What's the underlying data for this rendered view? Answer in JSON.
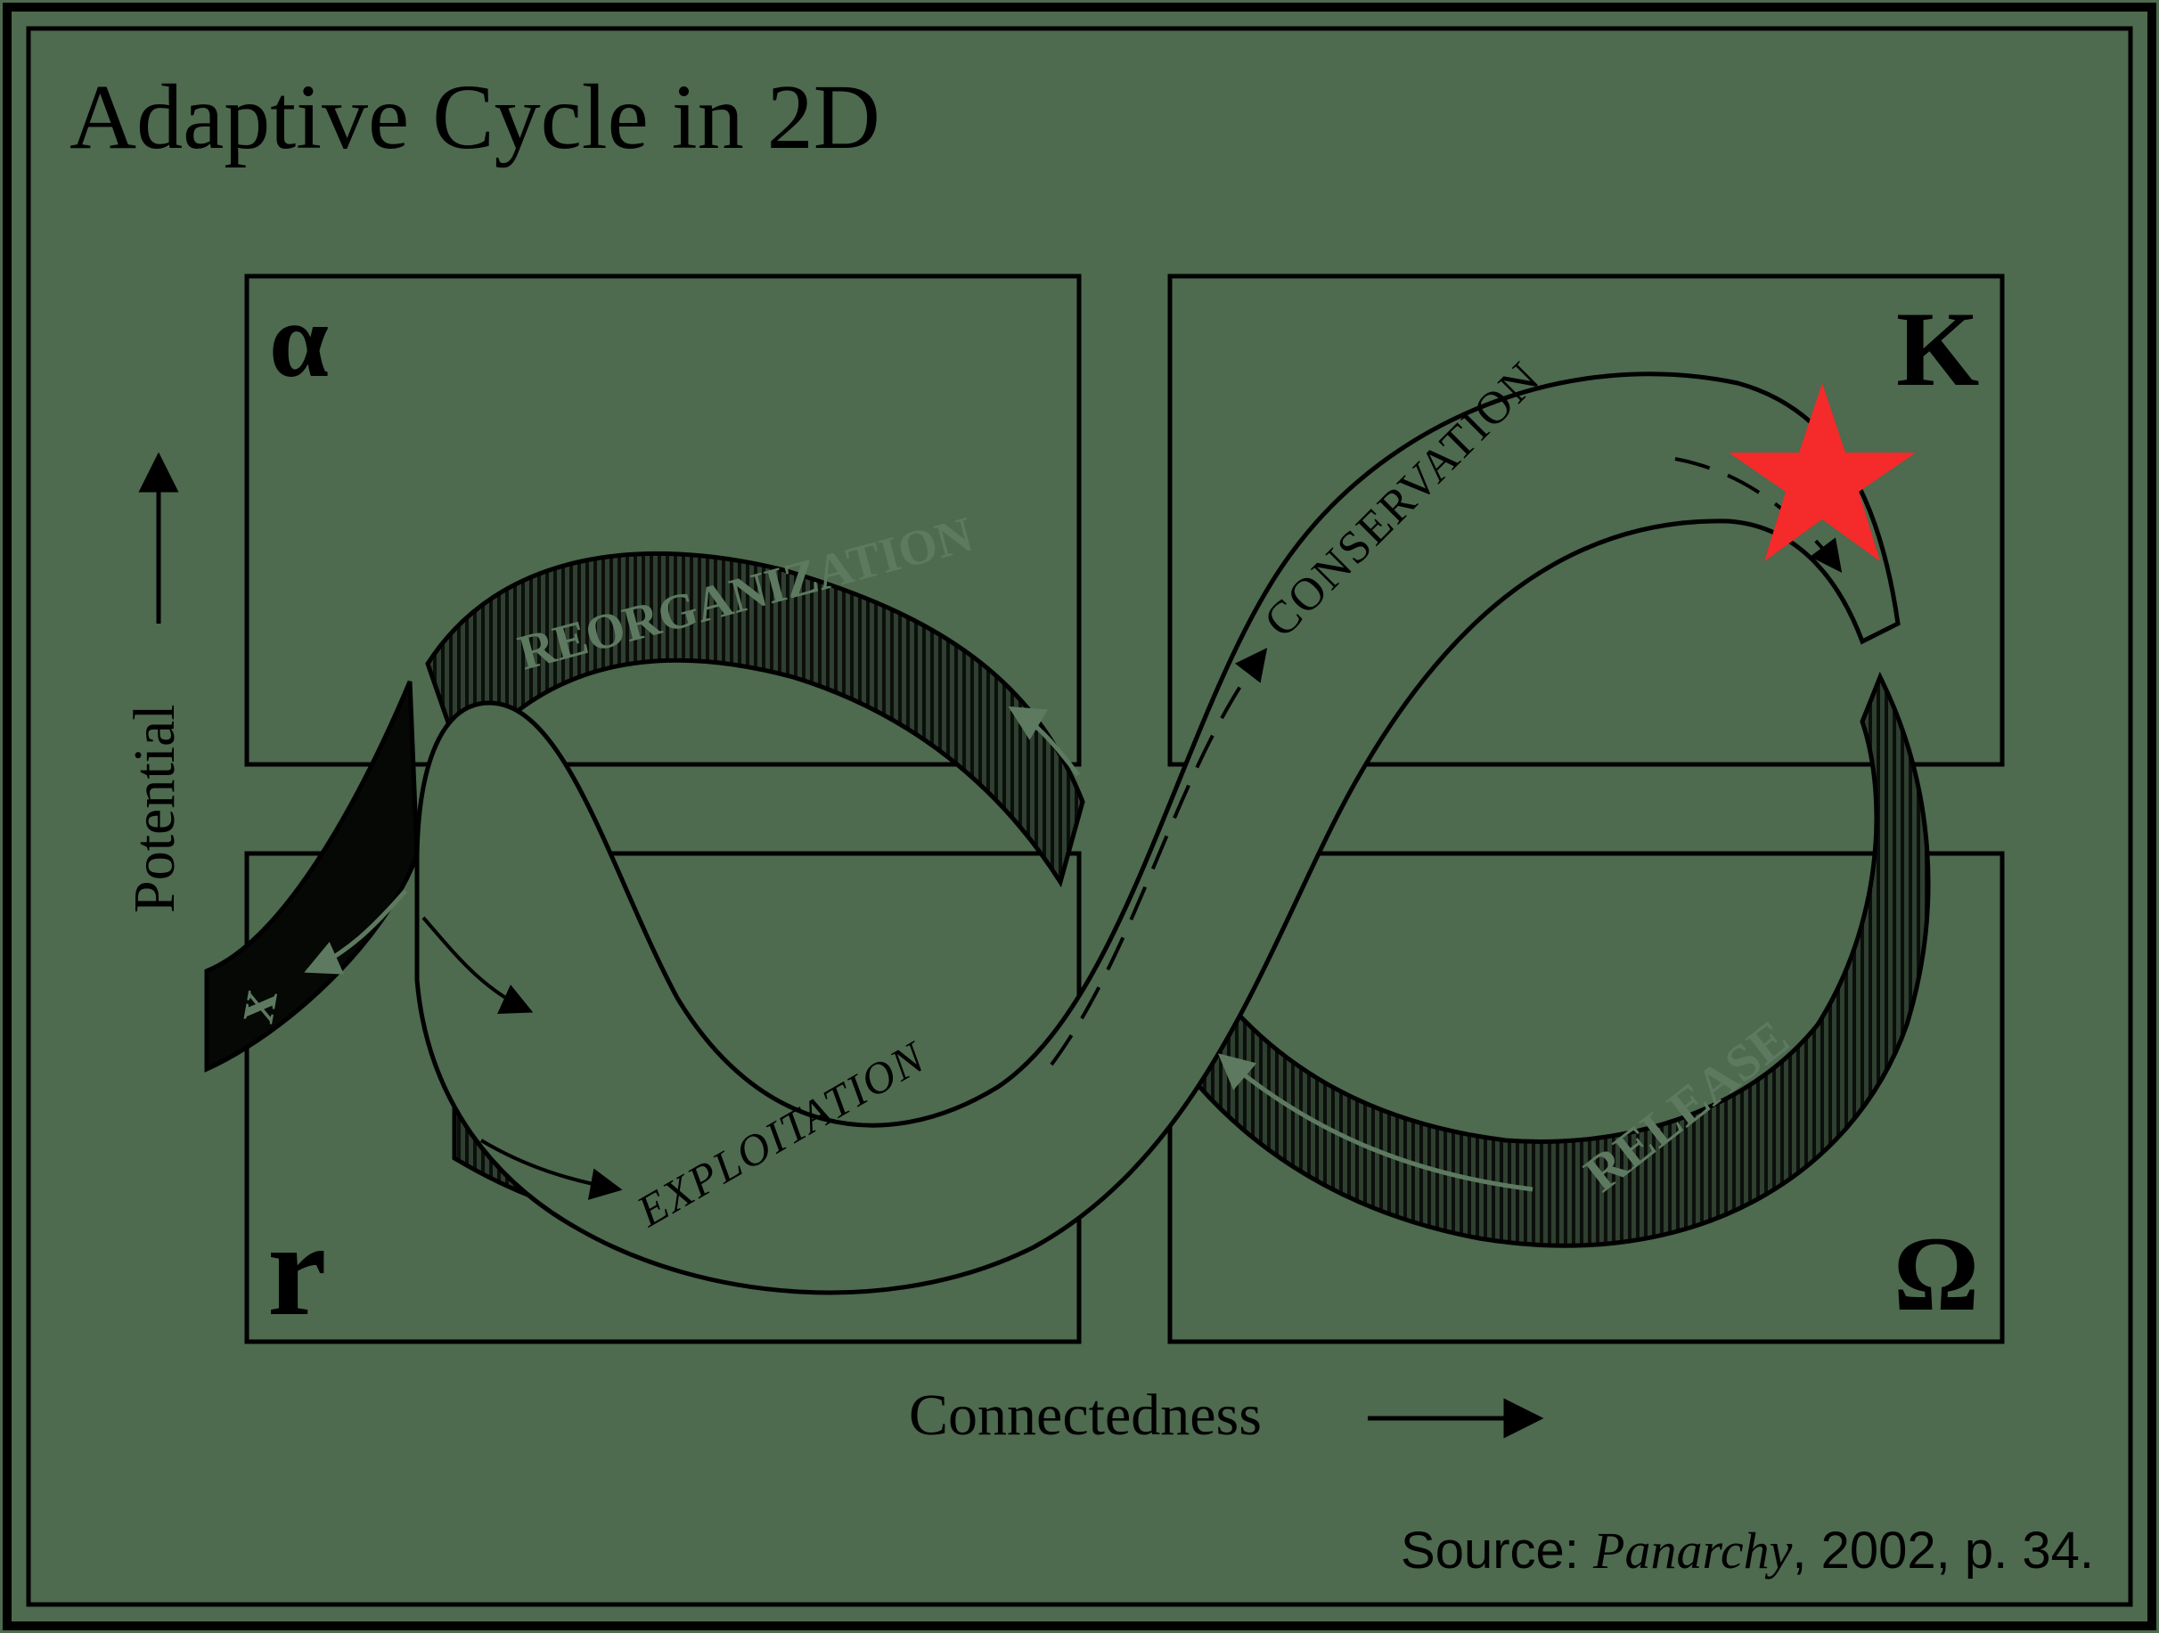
{
  "title": "Adaptive Cycle in 2D",
  "quadrants": {
    "alpha": "α",
    "k": "K",
    "r": "r",
    "omega": "Ω"
  },
  "phases": {
    "reorganization": "REORGANIZATION",
    "conservation": "CONSERVATION",
    "exploitation": "EXPLOITATION",
    "release": "RELEASE",
    "exit": "x"
  },
  "axes": {
    "y_label": "Potential",
    "x_label": "Connectedness"
  },
  "source": {
    "prefix": "Source: ",
    "book": "Panarchy",
    "suffix": ", 2002, p. 34."
  },
  "colors": {
    "background": "#4e6a4f",
    "ink": "#000000",
    "highlight_star": "#f52a2a"
  },
  "marker": {
    "type": "star-icon",
    "location": "K phase / end of conservation"
  }
}
